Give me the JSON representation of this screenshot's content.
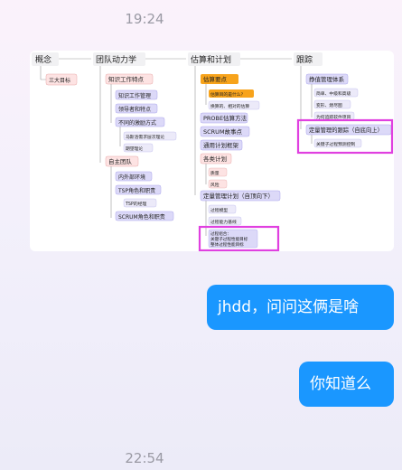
{
  "timestamps": {
    "first": "19:24",
    "second": "22:54"
  },
  "mindmap": {
    "col1": {
      "title": "概念",
      "items": [
        "三大目标"
      ]
    },
    "col2": {
      "title": "团队动力学",
      "items": [
        "知识工作特点",
        "知识工作管理",
        "领导者和特点",
        "不同的激励方式",
        "马斯洛需求层次理论",
        "期望理论",
        "自主团队",
        "内外部环境",
        "TSP角色和职责",
        "TSP的经理",
        "SCRUM角色和职责"
      ]
    },
    "col3": {
      "title": "估算和计划",
      "items": [
        "估算要点",
        "估算目的是什么？",
        "换算的、相对的估算",
        "PROBE估算方法",
        "SCRUM故事点",
        "通用计划框架",
        "各类计划",
        "质量",
        "风险",
        "定量管理计划（自顶向下）",
        "过程模型",
        "过程能力基线",
        "过程组合：",
        "关键子过程性能目标",
        "整体过程性能目标"
      ]
    },
    "col4": {
      "title": "跟踪",
      "items": [
        "挣值管理体系",
        "简单、中级和高级",
        "变形、燃尽图",
        "为何追踪软件项目",
        "定量管理的跟踪（自底向上）",
        "关键子过程预测控制"
      ]
    }
  },
  "messages": [
    {
      "text": "jhdd，问问这俩是啥"
    },
    {
      "text": "你知道么"
    }
  ],
  "colors": {
    "bubble": "#1a97ff",
    "highlight": "#e040e0",
    "accent_orange": "#f7a31b"
  }
}
